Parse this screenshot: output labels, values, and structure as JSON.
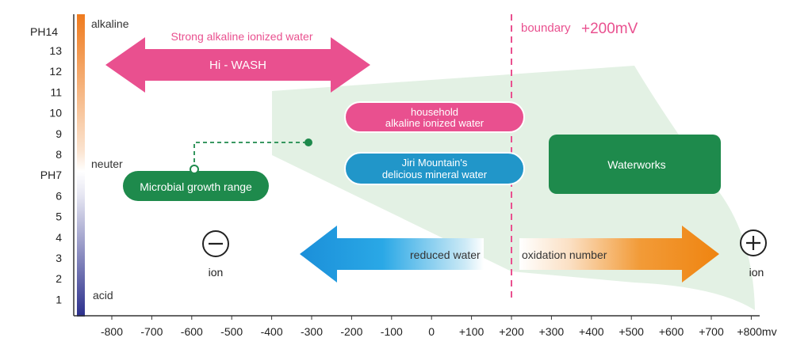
{
  "ph_scale": {
    "title": "PH14",
    "labels": [
      "13",
      "12",
      "11",
      "10",
      "9",
      "8",
      "PH7",
      "6",
      "5",
      "4",
      "3",
      "2",
      "1"
    ],
    "top_label": "alkaline",
    "mid_label": "neuter",
    "bottom_label": "acid"
  },
  "x_axis": {
    "ticks": [
      "-800",
      "-700",
      "-600",
      "-500",
      "-400",
      "-300",
      "-200",
      "-100",
      "0",
      "+100",
      "+200",
      "+300",
      "+400",
      "+500",
      "+600",
      "+700",
      "+800mv"
    ]
  },
  "boundary": {
    "label": "boundary",
    "value": "+200mV"
  },
  "hiwash": {
    "caption": "Strong alkaline ionized water",
    "label": "Hi - WASH"
  },
  "boxes": {
    "household_line1": "household",
    "household_line2": "alkaline ionized water",
    "jiri_line1": "Jiri Mountain's",
    "jiri_line2": "delicious mineral water",
    "waterworks": "Waterworks",
    "microbial": "Microbial growth range"
  },
  "ions": {
    "minus_label": "ion",
    "plus_label": "ion"
  },
  "bottom_arrows": {
    "reduced": "reduced water",
    "oxidation": "oxidation number"
  },
  "colors": {
    "pink": "#e9508f",
    "green": "#1e8a4c",
    "blue": "#2196c9",
    "region": "#e3f1e4",
    "boundary": "#e9508f",
    "orange": "#f08a1c"
  }
}
